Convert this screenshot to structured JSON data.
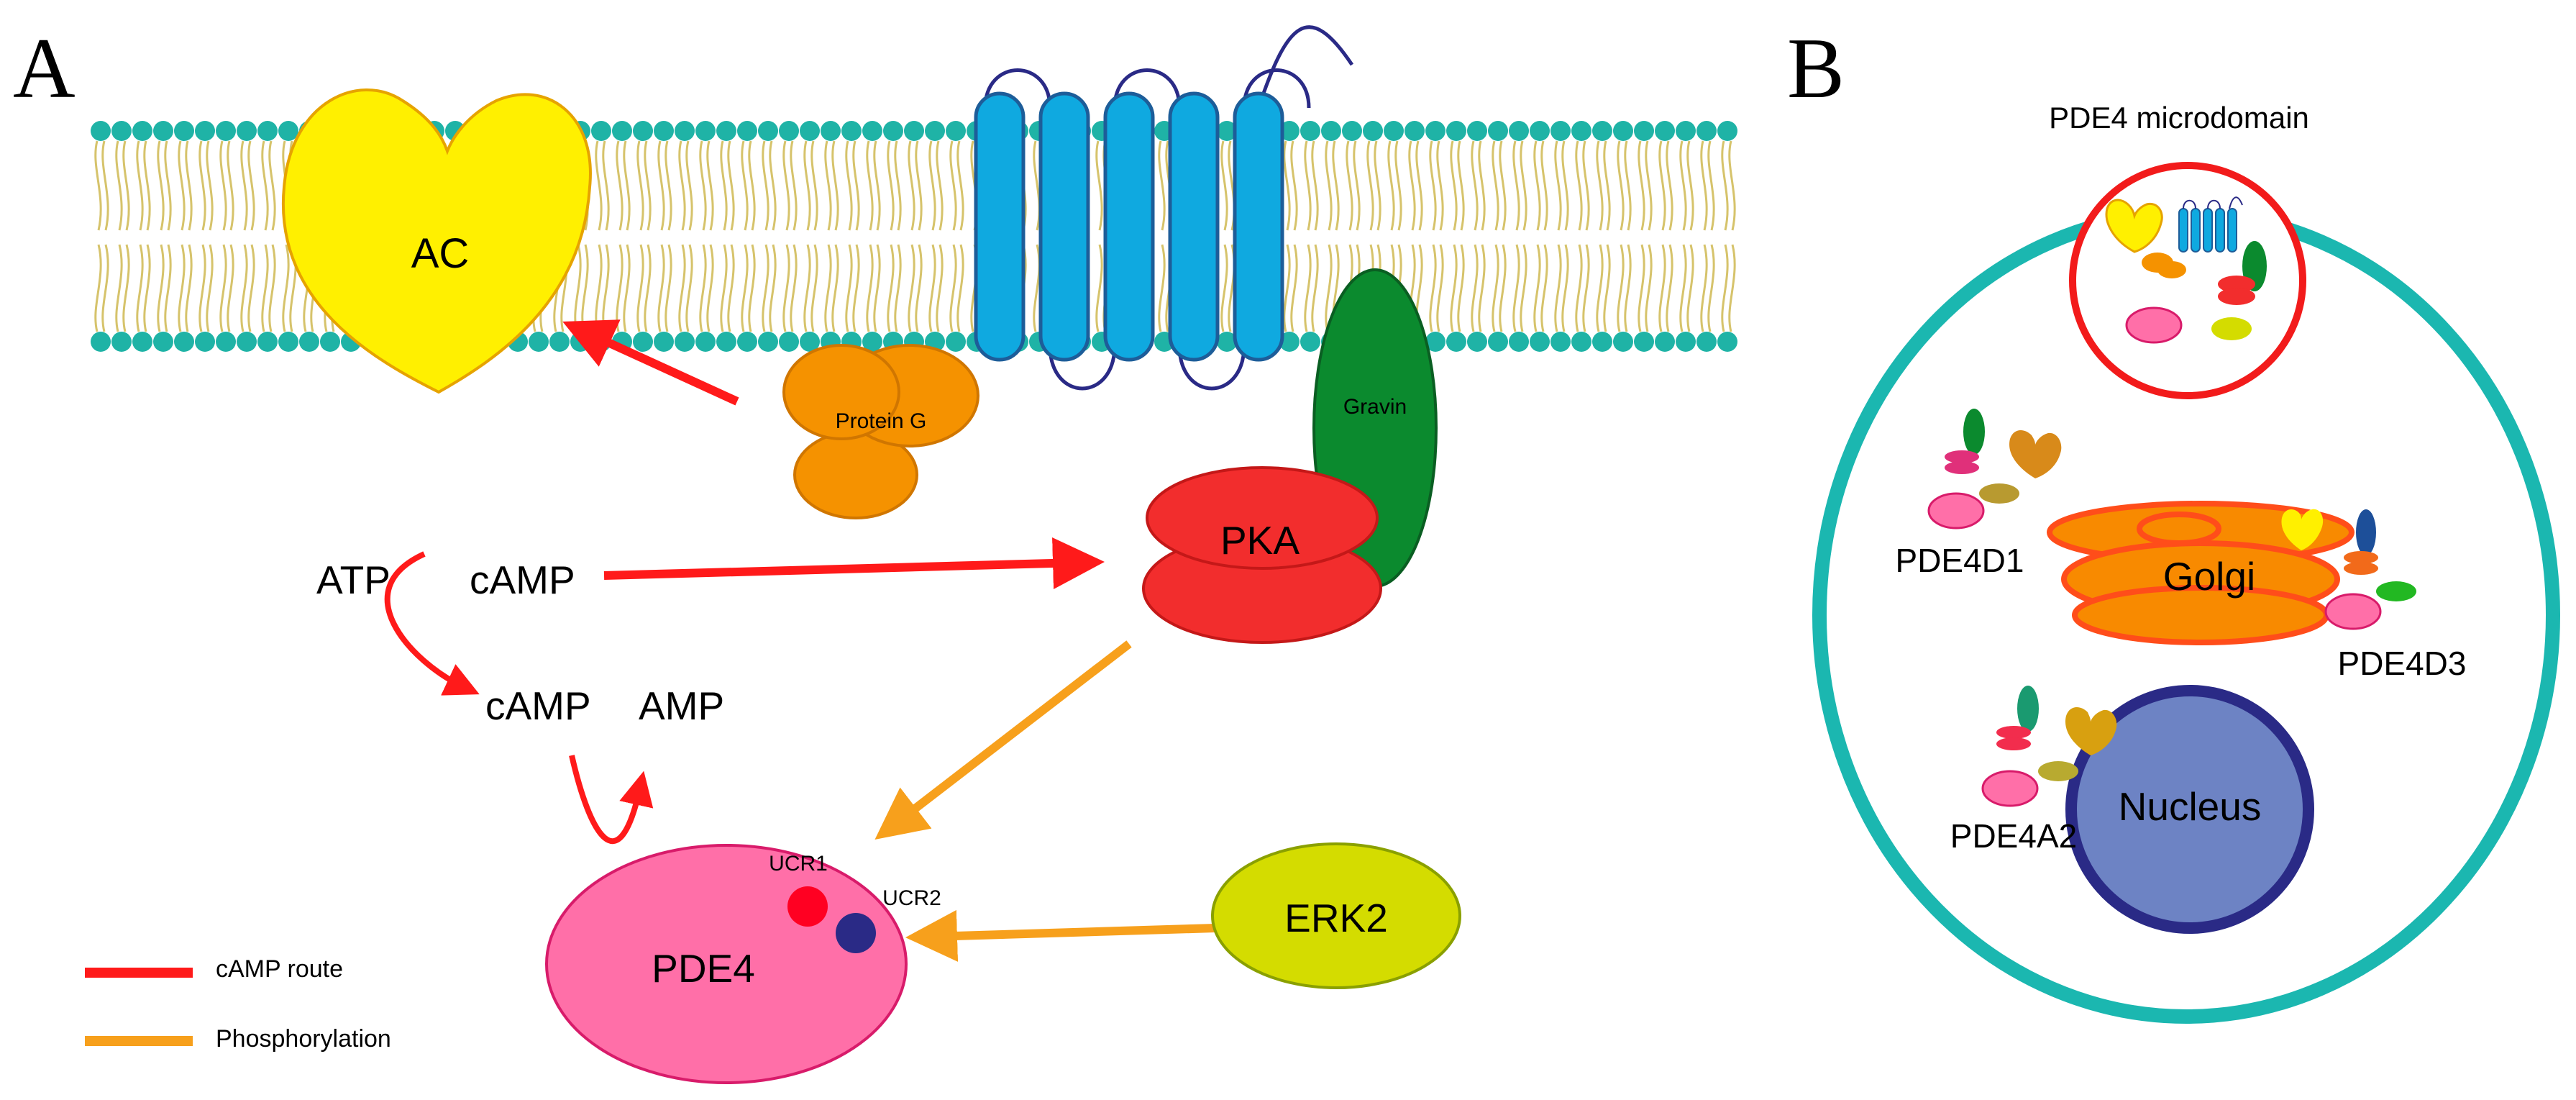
{
  "panel_a": {
    "letter": "A",
    "ac_label": "AC",
    "protein_g_label": "Protein G",
    "gravin_label": "Gravin",
    "pka_label": "PKA",
    "atp_label": "ATP",
    "camp_label": "cAMP",
    "camp2_label": "cAMP",
    "amp_label": "AMP",
    "pde4_label": "PDE4",
    "ucr1_label": "UCR1",
    "ucr2_label": "UCR2",
    "erk2_label": "ERK2"
  },
  "legend": {
    "items": [
      {
        "label": "cAMP route",
        "color": "#ff1a1a"
      },
      {
        "label": "Phosphorylation",
        "color": "#f7a01c"
      }
    ]
  },
  "panel_b": {
    "letter": "B",
    "title": "PDE4 microdomain",
    "golgi_label": "Golgi",
    "nucleus_label": "Nucleus",
    "pde4d1_label": "PDE4D1",
    "pde4d3_label": "PDE4D3",
    "pde4a2_label": "PDE4A2"
  },
  "colors": {
    "membrane_head": "#1fb3a6",
    "membrane_tail": "#d6c36b",
    "ac": "#fff000",
    "receptor": "#0fa9e0",
    "protein_g": "#f59200",
    "gravin": "#0b8a2e",
    "pka": "#f22d2d",
    "pde4": "#ff6fa8",
    "erk2": "#d4dc00",
    "ucr1": "#ff0022",
    "ucr2": "#2a2a86",
    "cell": "#1bb7b0",
    "microdomain": "#f21b1b",
    "golgi": "#f88a00",
    "nucleus": "#6d83c4",
    "nucleus_border": "#2a2a86"
  }
}
